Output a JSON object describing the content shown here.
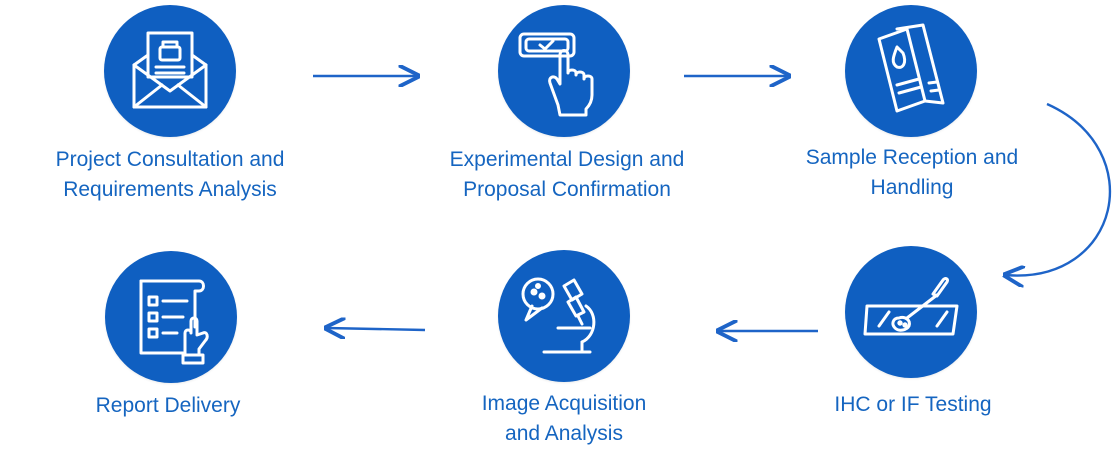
{
  "colors": {
    "primary": "#0f5fc1",
    "label": "#1565c0",
    "arrow": "#1e64c8",
    "icon_stroke": "#ffffff"
  },
  "steps": [
    {
      "icon": "envelope-document-icon",
      "lines": [
        "Project Consultation and",
        "Requirements Analysis"
      ]
    },
    {
      "icon": "hand-tap-button-icon",
      "lines": [
        "Experimental Design and",
        "Proposal Confirmation"
      ]
    },
    {
      "icon": "sample-tubes-icon",
      "lines": [
        "Sample Reception and",
        "Handling"
      ]
    },
    {
      "icon": "slide-dropper-icon",
      "lines": [
        "IHC or IF Testing"
      ]
    },
    {
      "icon": "microscope-icon",
      "lines": [
        "Image Acquisition",
        "and Analysis"
      ]
    },
    {
      "icon": "checklist-report-icon",
      "lines": [
        "Report Delivery"
      ]
    }
  ]
}
